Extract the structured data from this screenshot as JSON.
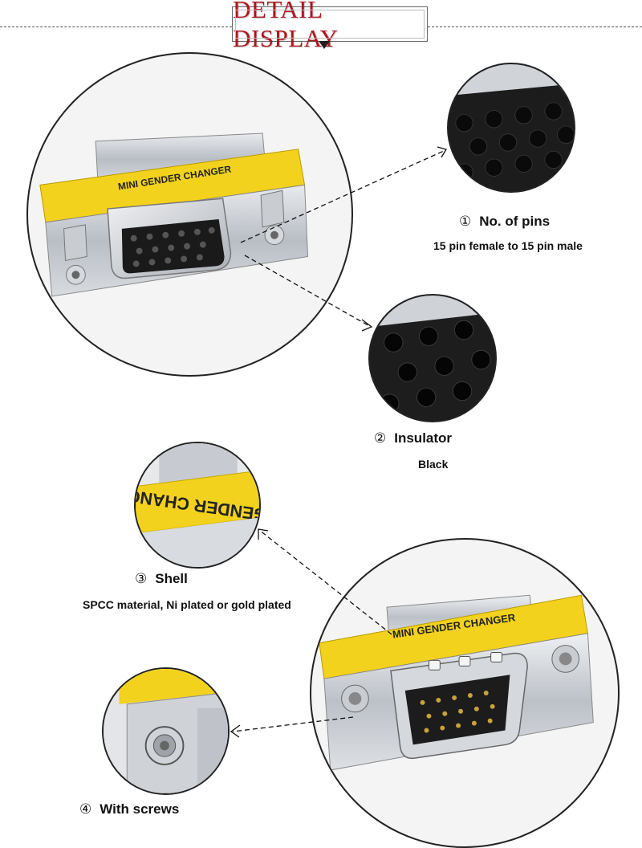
{
  "header": {
    "title": "DETAIL DISPLAY"
  },
  "features": [
    {
      "number": "①",
      "title": "No. of pins",
      "desc": "15 pin female to 15 pin male"
    },
    {
      "number": "②",
      "title": "Insulator",
      "desc": "Black"
    },
    {
      "number": "③",
      "title": "Shell",
      "desc": "SPCC material, Ni plated or gold plated"
    },
    {
      "number": "④",
      "title": "With screws",
      "desc": ""
    }
  ],
  "product": {
    "plate_text": "MINI GENDER CHANGER",
    "closeup_text": "GENDER CHANG"
  },
  "colors": {
    "title": "#b0141c",
    "plate": "#f2d21d",
    "metal": "#c9cdd2",
    "insulator": "#1a1a1a"
  }
}
